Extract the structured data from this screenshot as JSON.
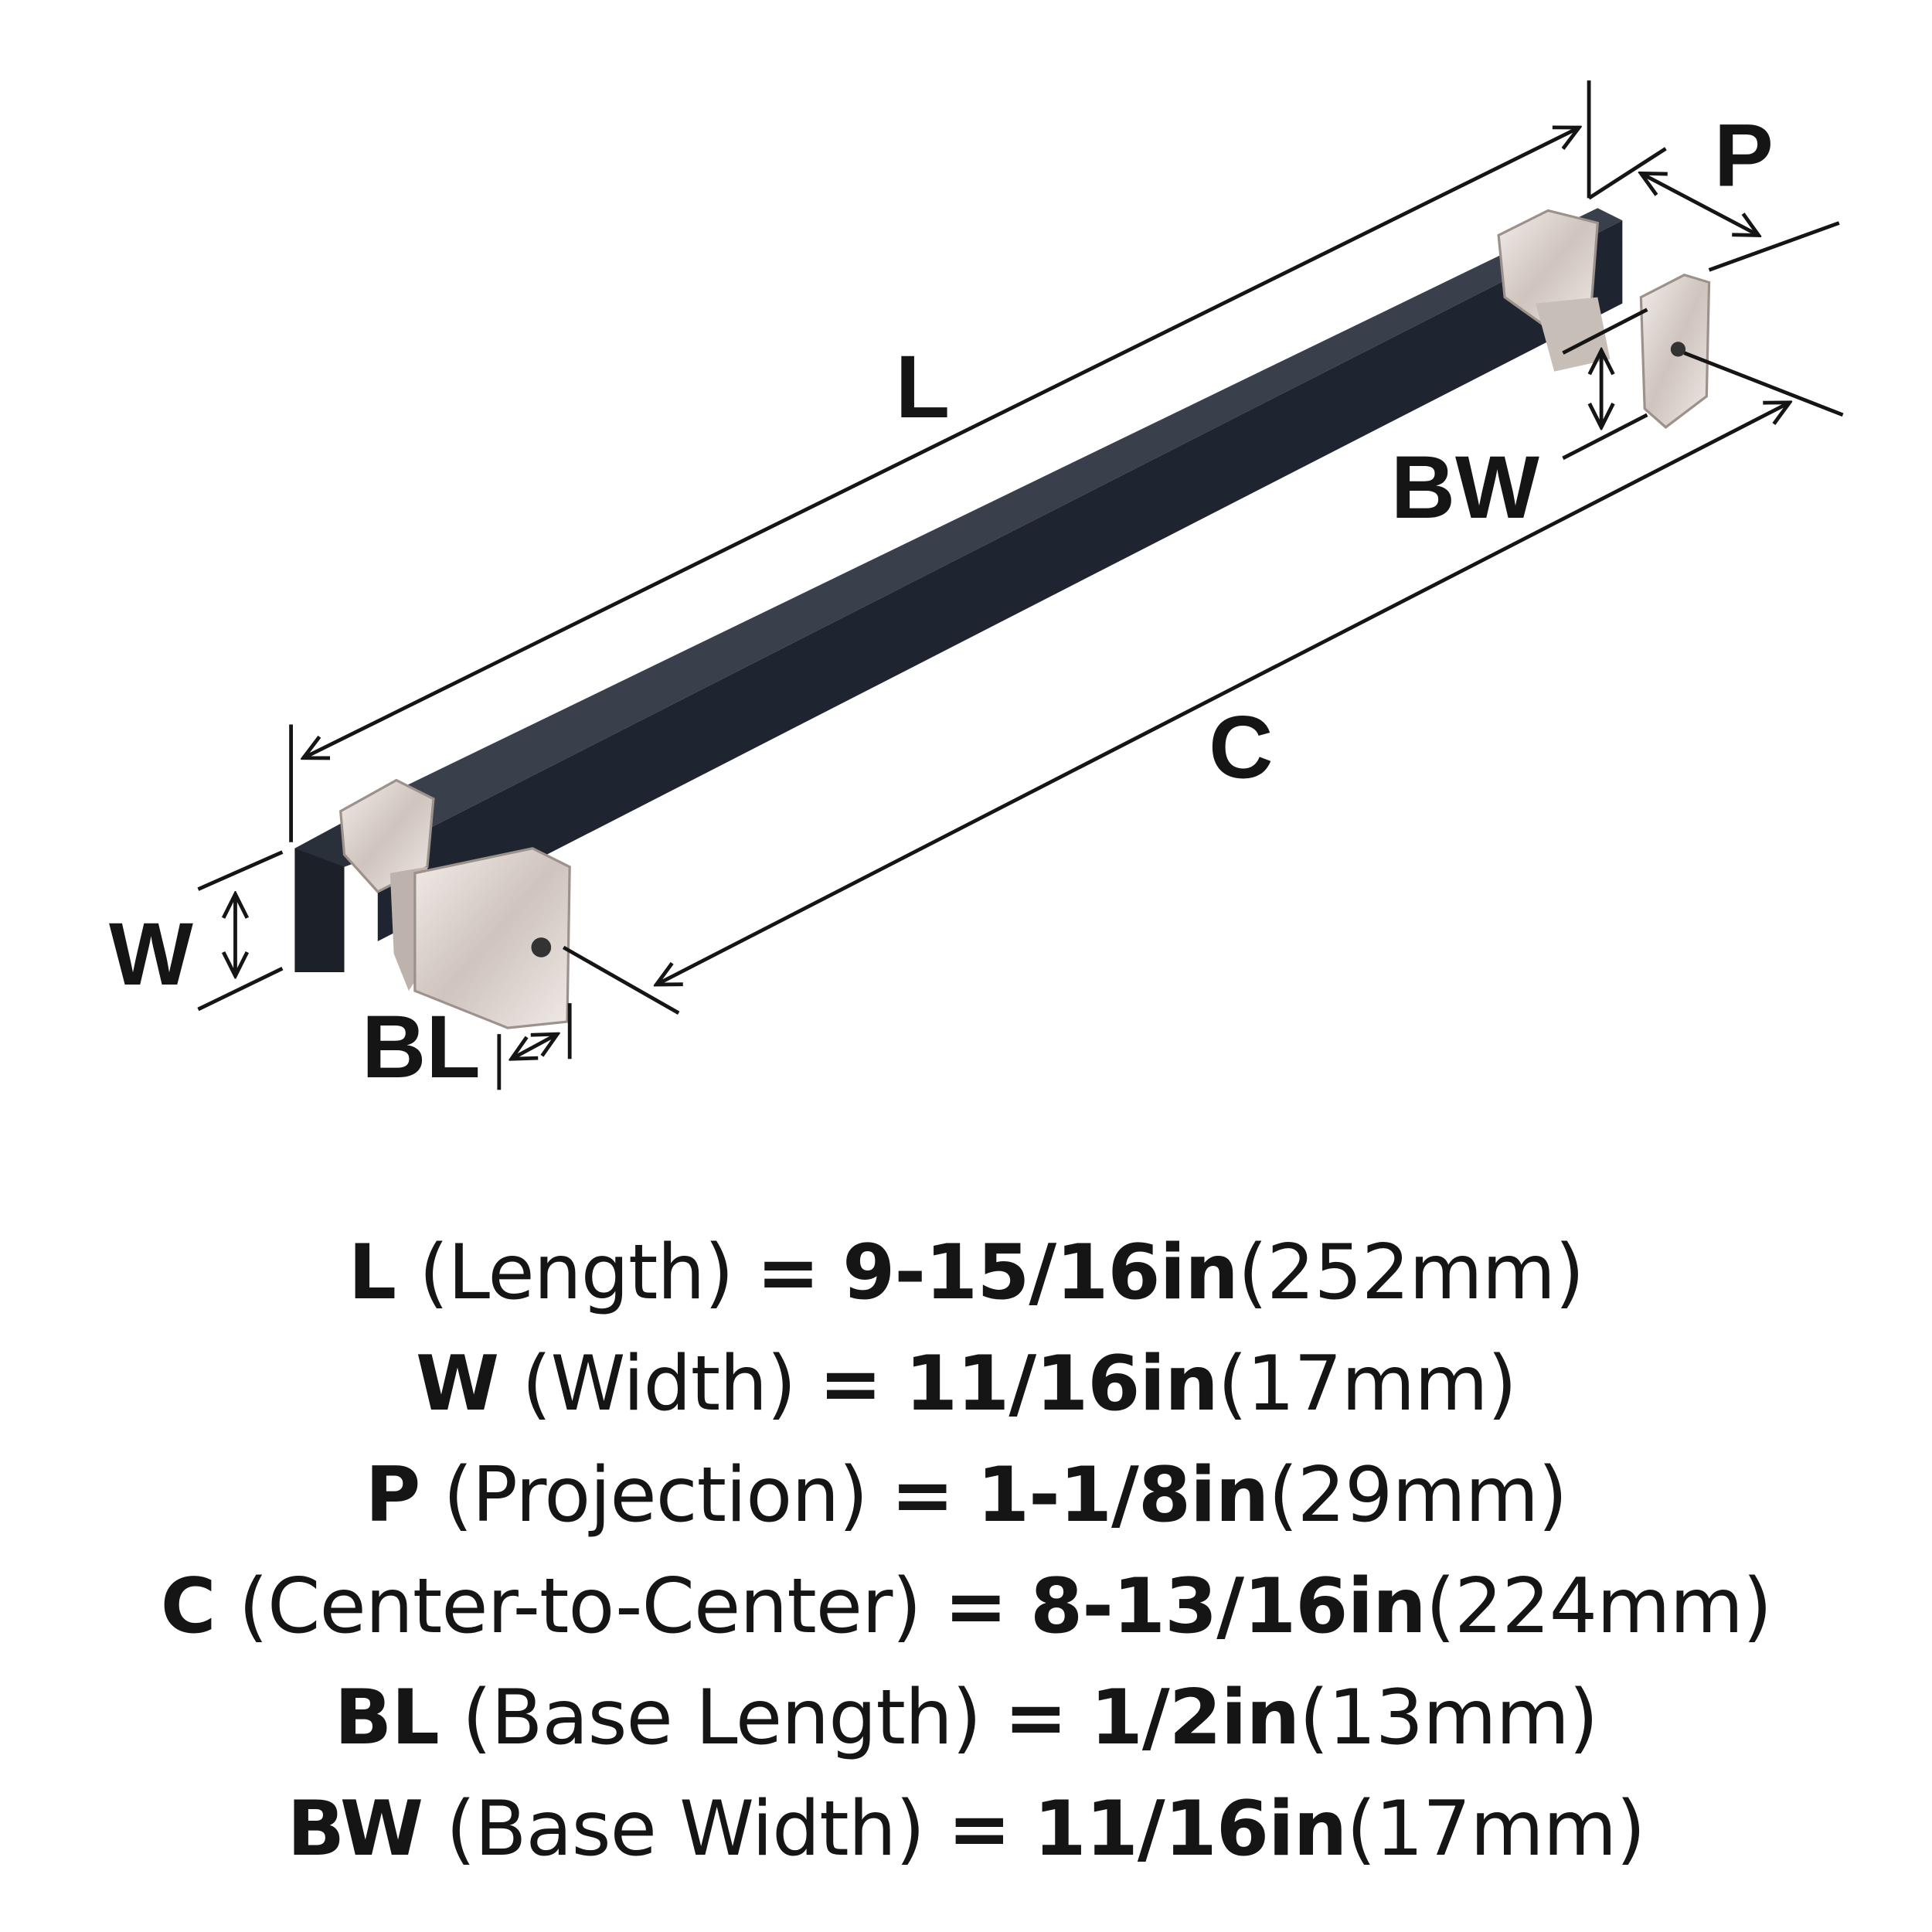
{
  "diagram": {
    "labels": {
      "L": "L",
      "W": "W",
      "P": "P",
      "C": "C",
      "BL": "BL",
      "BW": "BW"
    },
    "colors": {
      "bar": "#1f2530",
      "hardware": "#d9cfc9",
      "line": "#151515"
    }
  },
  "specs": [
    {
      "key": "L",
      "name": "(Length)",
      "eq": "=",
      "inch": "9-15/16in",
      "mm": "(252mm)"
    },
    {
      "key": "W",
      "name": "(Width)",
      "eq": "=",
      "inch": "11/16in",
      "mm": "(17mm)"
    },
    {
      "key": "P",
      "name": "(Projection)",
      "eq": "=",
      "inch": "1-1/8in",
      "mm": "(29mm)"
    },
    {
      "key": "C",
      "name": "(Center-to-Center)",
      "eq": "=",
      "inch": "8-13/16in",
      "mm": "(224mm)"
    },
    {
      "key": "BL",
      "name": "(Base Length)",
      "eq": "=",
      "inch": "1/2in",
      "mm": "(13mm)"
    },
    {
      "key": "BW",
      "name": "(Base Width)",
      "eq": "=",
      "inch": "11/16in",
      "mm": "(17mm)"
    }
  ]
}
